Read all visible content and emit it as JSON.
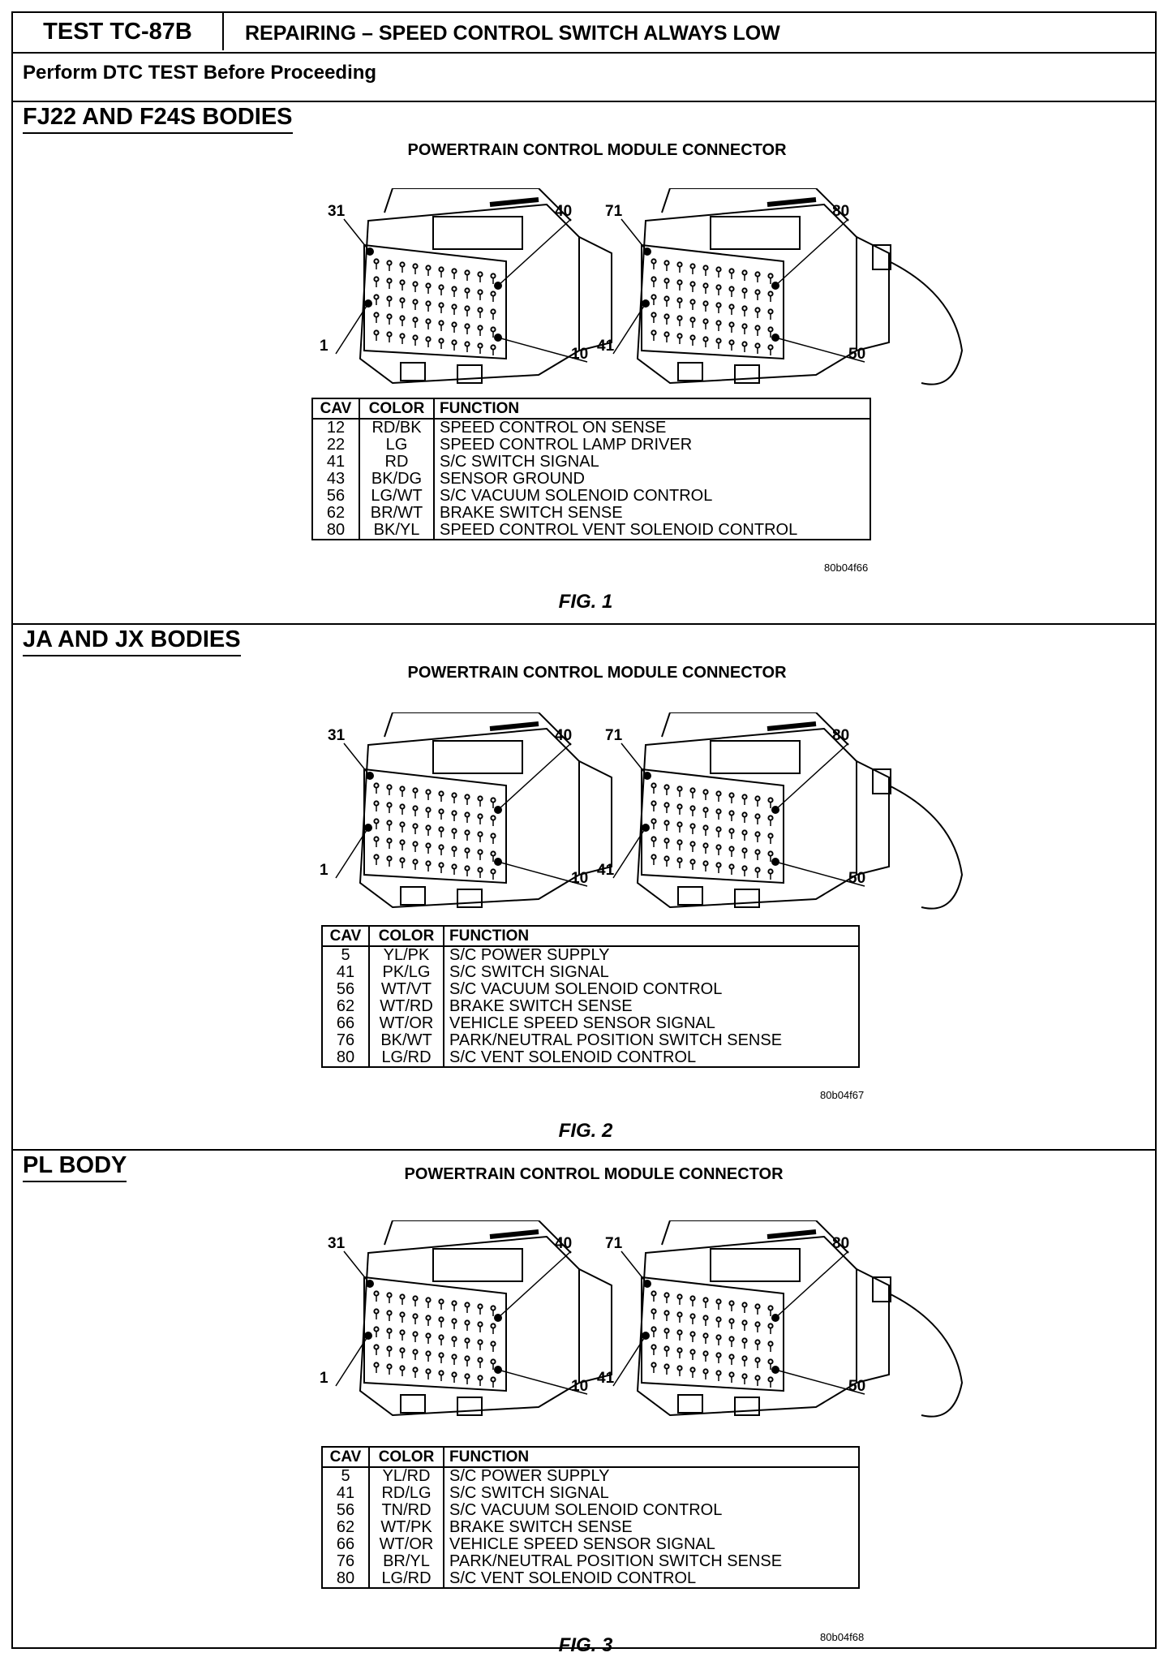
{
  "header": {
    "test_id": "TEST TC-87B",
    "title": "REPAIRING – SPEED CONTROL SWITCH ALWAYS LOW",
    "instruction": "Perform DTC TEST Before Proceeding"
  },
  "sections": [
    {
      "title": "FJ22 AND F24S BODIES",
      "connector_title": "POWERTRAIN CONTROL MODULE CONNECTOR",
      "left_pins": [
        "31",
        "40",
        "1",
        "10"
      ],
      "right_pins": [
        "71",
        "80",
        "41",
        "50"
      ],
      "table_headers": [
        "CAV",
        "COLOR",
        "FUNCTION"
      ],
      "rows": [
        {
          "cav": "12",
          "color": "RD/BK",
          "function": "SPEED CONTROL ON SENSE"
        },
        {
          "cav": "22",
          "color": "LG",
          "function": "SPEED CONTROL LAMP DRIVER"
        },
        {
          "cav": "41",
          "color": "RD",
          "function": "S/C SWITCH SIGNAL"
        },
        {
          "cav": "43",
          "color": "BK/DG",
          "function": "SENSOR GROUND"
        },
        {
          "cav": "56",
          "color": "LG/WT",
          "function": "S/C VACUUM SOLENOID CONTROL"
        },
        {
          "cav": "62",
          "color": "BR/WT",
          "function": "BRAKE SWITCH SENSE"
        },
        {
          "cav": "80",
          "color": "BK/YL",
          "function": "SPEED CONTROL VENT SOLENOID CONTROL"
        }
      ],
      "image_code": "80b04f66",
      "figure": "FIG. 1"
    },
    {
      "title": "JA AND JX BODIES",
      "connector_title": "POWERTRAIN CONTROL MODULE CONNECTOR",
      "left_pins": [
        "31",
        "40",
        "1",
        "10"
      ],
      "right_pins": [
        "71",
        "80",
        "41",
        "50"
      ],
      "table_headers": [
        "CAV",
        "COLOR",
        "FUNCTION"
      ],
      "rows": [
        {
          "cav": "5",
          "color": "YL/PK",
          "function": "S/C POWER SUPPLY"
        },
        {
          "cav": "41",
          "color": "PK/LG",
          "function": "S/C SWITCH SIGNAL"
        },
        {
          "cav": "56",
          "color": "WT/VT",
          "function": "S/C VACUUM SOLENOID CONTROL"
        },
        {
          "cav": "62",
          "color": "WT/RD",
          "function": "BRAKE SWITCH SENSE"
        },
        {
          "cav": "66",
          "color": "WT/OR",
          "function": "VEHICLE SPEED SENSOR SIGNAL"
        },
        {
          "cav": "76",
          "color": "BK/WT",
          "function": "PARK/NEUTRAL POSITION SWITCH SENSE"
        },
        {
          "cav": "80",
          "color": "LG/RD",
          "function": "S/C VENT SOLENOID CONTROL"
        }
      ],
      "image_code": "80b04f67",
      "figure": "FIG. 2"
    },
    {
      "title": "PL BODY",
      "connector_title": "POWERTRAIN CONTROL MODULE CONNECTOR",
      "left_pins": [
        "31",
        "40",
        "1",
        "10"
      ],
      "right_pins": [
        "71",
        "80",
        "41",
        "50"
      ],
      "table_headers": [
        "CAV",
        "COLOR",
        "FUNCTION"
      ],
      "rows": [
        {
          "cav": "5",
          "color": "YL/RD",
          "function": "S/C POWER SUPPLY"
        },
        {
          "cav": "41",
          "color": "RD/LG",
          "function": "S/C SWITCH SIGNAL"
        },
        {
          "cav": "56",
          "color": "TN/RD",
          "function": "S/C VACUUM SOLENOID CONTROL"
        },
        {
          "cav": "62",
          "color": "WT/PK",
          "function": "BRAKE SWITCH SENSE"
        },
        {
          "cav": "66",
          "color": "WT/OR",
          "function": "VEHICLE SPEED SENSOR SIGNAL"
        },
        {
          "cav": "76",
          "color": "BR/YL",
          "function": "PARK/NEUTRAL POSITION SWITCH SENSE"
        },
        {
          "cav": "80",
          "color": "LG/RD",
          "function": "S/C VENT SOLENOID CONTROL"
        }
      ],
      "image_code": "80b04f68",
      "figure": "FIG. 3"
    }
  ]
}
